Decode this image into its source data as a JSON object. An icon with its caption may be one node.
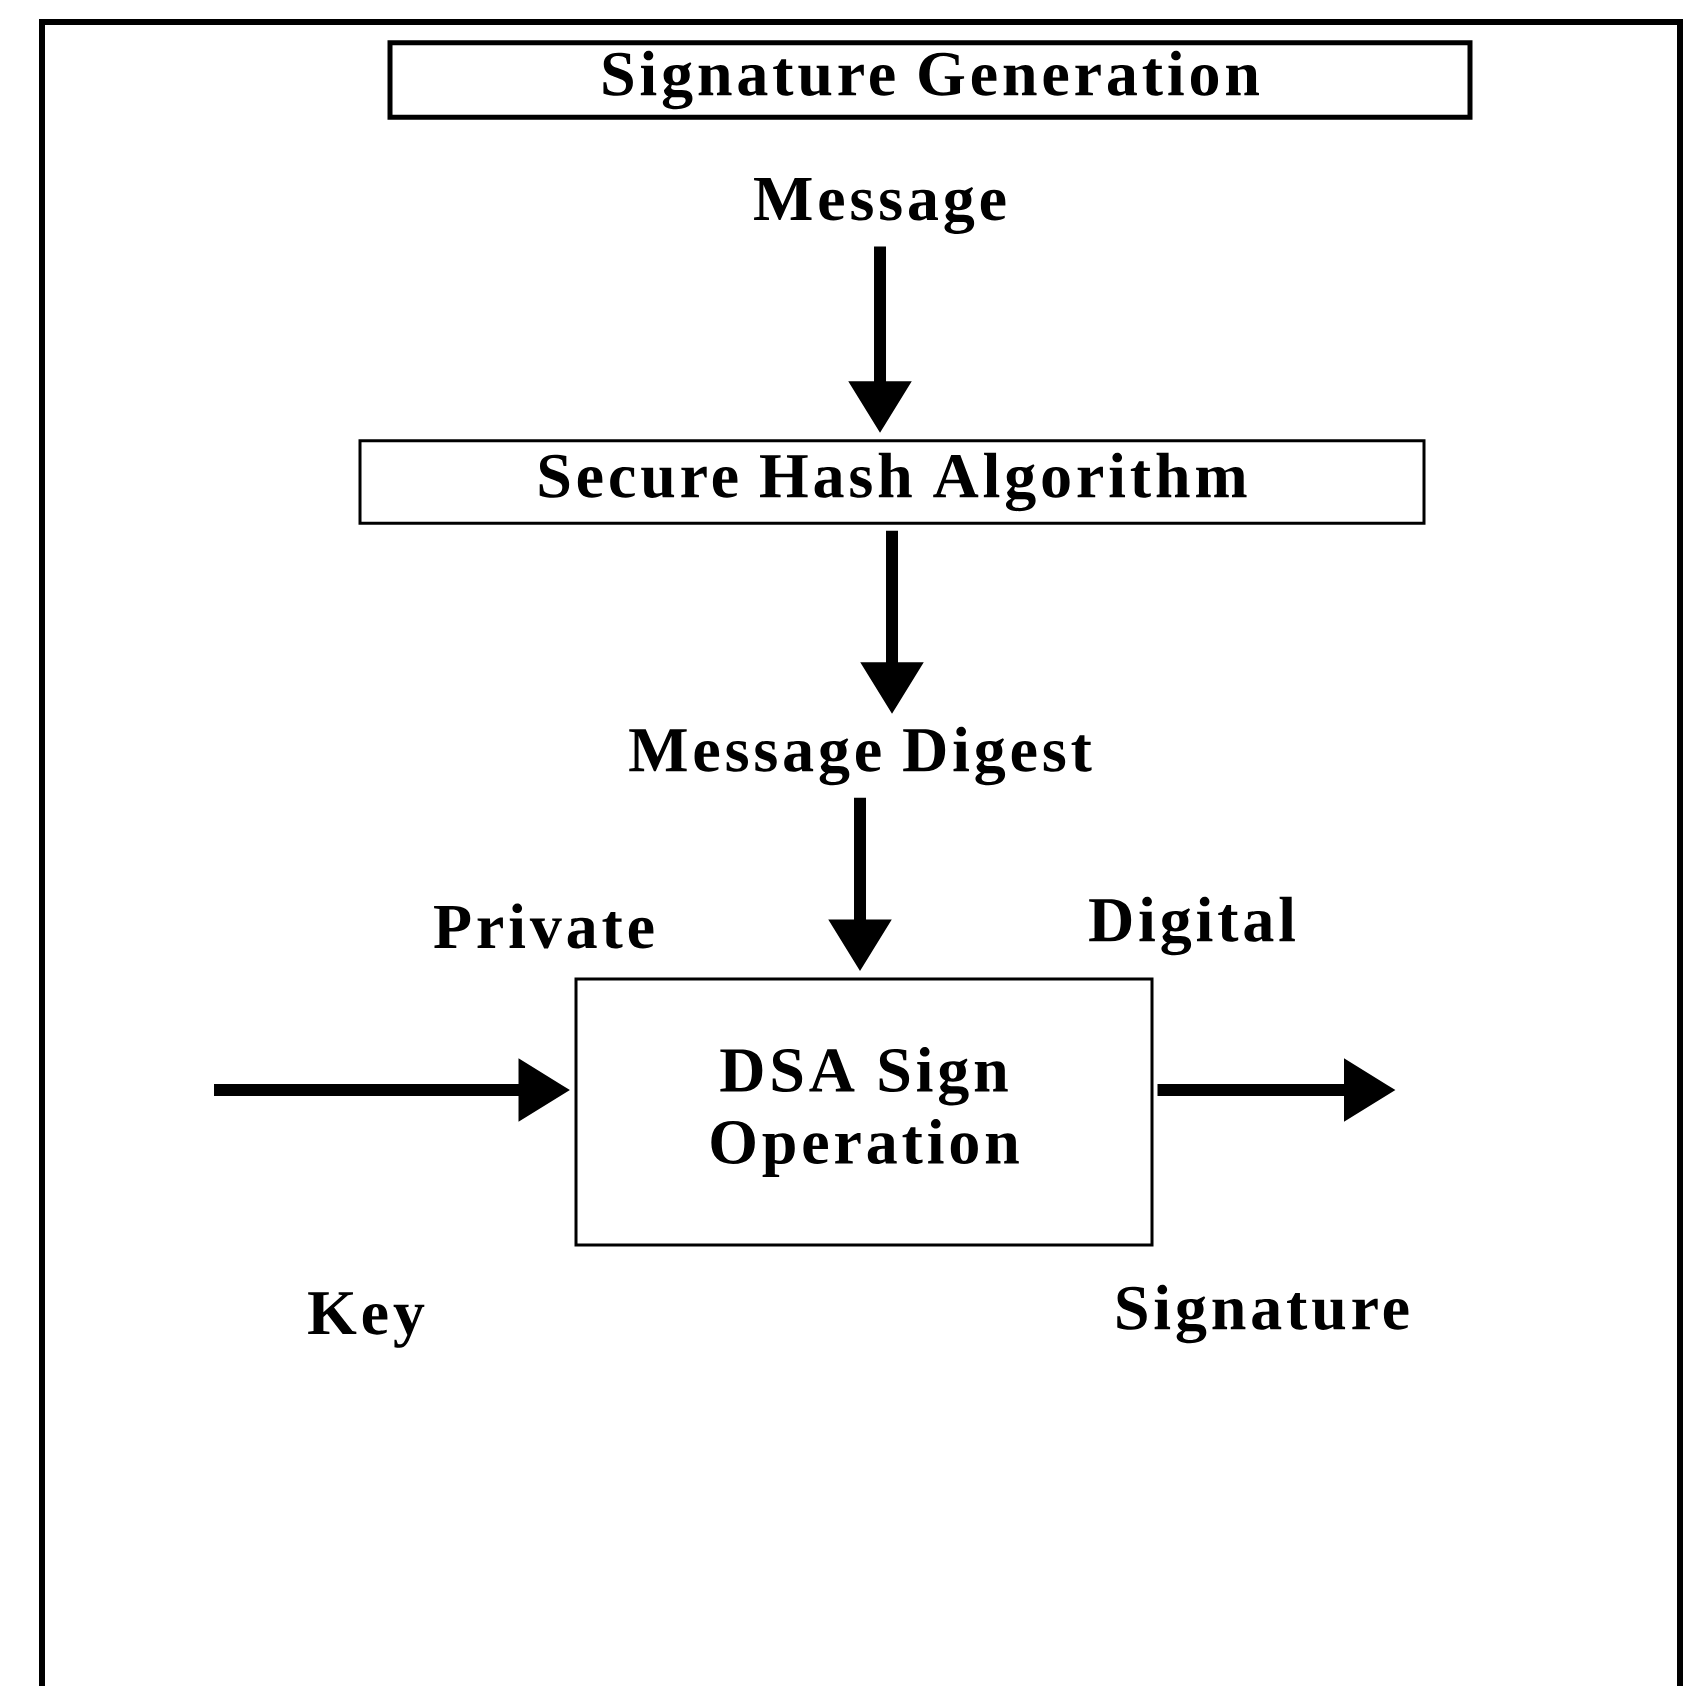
{
  "diagram": {
    "nodes": [
      {
        "text": [
          "Signature Generation"
        ]
      },
      {
        "text": [
          "Message"
        ]
      },
      {
        "text": [
          "Secure Hash Algorithm"
        ]
      },
      {
        "text": [
          "Message Digest"
        ]
      },
      {
        "text": [
          "DSA Sign Operation"
        ]
      }
    ],
    "edges": [
      {
        "from": 1,
        "to": 2,
        "arrow": "to"
      },
      {
        "from": 2,
        "to": 3,
        "arrow": "to"
      },
      {
        "from": 3,
        "to": 4,
        "arrow": "to"
      },
      {
        "from": null,
        "to": 4,
        "arrow": "to"
      },
      {
        "from": 4,
        "to": null,
        "arrow": "to"
      }
    ],
    "labels": [
      "Private",
      "Digital",
      "Key",
      "Signature"
    ]
  }
}
